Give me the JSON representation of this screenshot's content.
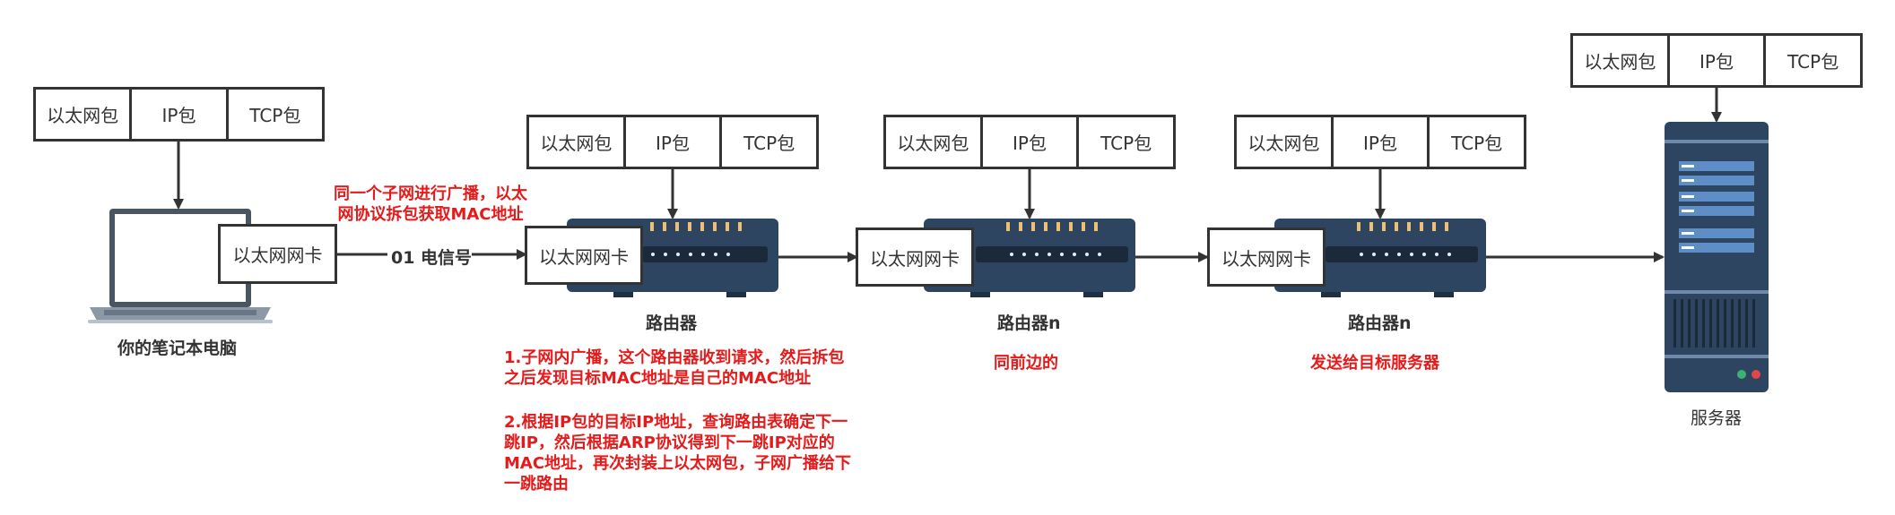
{
  "packet_layers": [
    "以太网包",
    "IP包",
    "TCP包"
  ],
  "nic_label": "以太网网卡",
  "laptop_label": "你的笔记本电脑",
  "signal_label": "01 电信号",
  "broadcast_note": "同一个子网进行广播，以太\n网协议拆包获取MAC地址",
  "router1": {
    "label": "路由器",
    "note1": "1.子网内广播，这个路由器收到请求，然后拆包\n之后发现目标MAC地址是自己的MAC地址",
    "note2": "2.根据IP包的目标IP地址，查询路由表确定下一\n跳IP，然后根据ARP协议得到下一跳IP对应的\nMAC地址，再次封装上以太网包，子网广播给下\n一跳路由"
  },
  "router2": {
    "label": "路由器n",
    "note": "同前边的"
  },
  "router3": {
    "label": "路由器n",
    "note": "发送给目标服务器"
  },
  "server_label": "服务器",
  "colors": {
    "router_body": "#2d4560",
    "server_body": "#2d4560",
    "accent_red": "#e61a1a",
    "light_amber": "#f0c070"
  }
}
